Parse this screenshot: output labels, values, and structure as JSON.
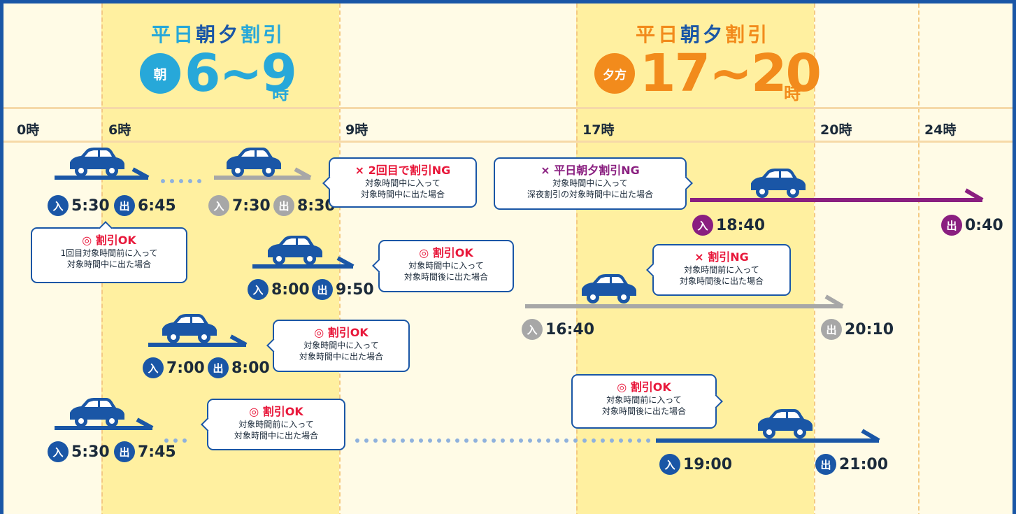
{
  "colors": {
    "blue": "#1a56a6",
    "gray": "#a7a7a7",
    "purple": "#8a1f80",
    "red": "#e8173a",
    "orange": "#f28b1c",
    "cyan": "#27a8d9",
    "band": "#fff0a0",
    "bg": "#fffbe6"
  },
  "header": {
    "morning": {
      "title_pre": "平日",
      "title_hl": "朝夕",
      "title_post": "割引",
      "badge": "朝",
      "range": "6~9",
      "suffix": "時"
    },
    "evening": {
      "title_pre": "平日",
      "title_hl": "朝夕",
      "title_post": "割引",
      "badge": "夕方",
      "range": "17~20",
      "suffix": "時"
    }
  },
  "hours": [
    "0時",
    "6時",
    "9時",
    "17時",
    "20時",
    "24時"
  ],
  "icons": {
    "enter": "入",
    "exit": "出"
  },
  "times": {
    "a_in": "5:30",
    "a_out": "6:45",
    "b_in": "7:30",
    "b_out": "8:30",
    "c_in": "8:00",
    "c_out": "9:50",
    "d_in": "7:00",
    "d_out": "8:00",
    "e_in": "5:30",
    "e_out": "7:45",
    "f_in": "18:40",
    "f_out": "0:40",
    "g_in": "16:40",
    "g_out": "20:10",
    "h_in": "19:00",
    "h_out": "21:00"
  },
  "bubbles": {
    "b1": {
      "head": "× 2回目で割引NG",
      "line1": "対象時間中に入って",
      "line2": "対象時間中に出た場合"
    },
    "b2": {
      "head": "◎ 割引OK",
      "line1": "1回目対象時間前に入って",
      "line2": "対象時間中に出た場合"
    },
    "b3": {
      "head": "◎ 割引OK",
      "line1": "対象時間中に入って",
      "line2": "対象時間後に出た場合"
    },
    "b4": {
      "head": "◎ 割引OK",
      "line1": "対象時間中に入って",
      "line2": "対象時間中に出た場合"
    },
    "b5": {
      "head": "◎ 割引OK",
      "line1": "対象時間前に入って",
      "line2": "対象時間中に出た場合"
    },
    "b6": {
      "head": "× 平日朝夕割引NG",
      "line1": "対象時間中に入って",
      "line2": "深夜割引の対象時間中に出た場合"
    },
    "b7": {
      "head": "× 割引NG",
      "line1": "対象時間前に入って",
      "line2": "対象時間後に出た場合"
    },
    "b8": {
      "head": "◎ 割引OK",
      "line1": "対象時間前に入って",
      "line2": "対象時間後に出た場合"
    }
  }
}
